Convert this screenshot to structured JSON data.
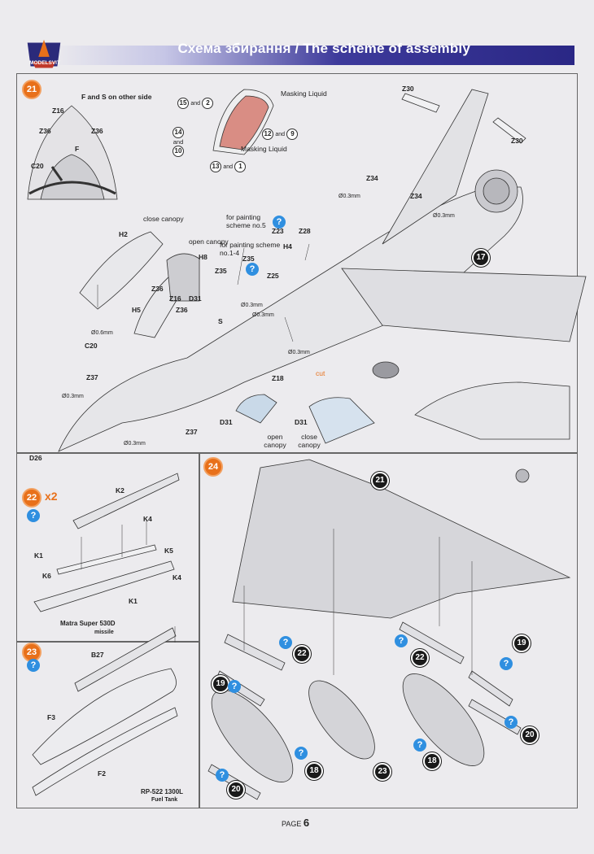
{
  "header": {
    "title": "Схема збирання / The scheme of assembly",
    "brand": "MODELSVIT"
  },
  "steps": {
    "s21": "21",
    "s22": "22",
    "s22x": "x2",
    "s23": "23",
    "s24": "24"
  },
  "refs": {
    "r17": "17",
    "r18": "18",
    "r19": "19",
    "r20": "20",
    "r21": "21",
    "r22": "22",
    "r23": "23"
  },
  "qmark": "?",
  "labels": {
    "f_s_note": "F and S on other side",
    "z16": "Z16",
    "z36": "Z36",
    "f": "F",
    "c20": "C20",
    "masking": "Masking Liquid",
    "n15": "15",
    "n2": "2",
    "n12": "12",
    "n9": "9",
    "n14": "14",
    "n10": "10",
    "n13": "13",
    "n1": "1",
    "and": "and",
    "z30": "Z30",
    "z34": "Z34",
    "d03": "Ø0.3mm",
    "d06": "Ø0.6mm",
    "h2": "H2",
    "h4": "H4",
    "h5": "H5",
    "h8": "H8",
    "z23": "Z23",
    "z28": "Z28",
    "z35": "Z35",
    "z25": "Z25",
    "d31": "D31",
    "z37": "Z37",
    "z18": "Z18",
    "d26": "D26",
    "s": "S",
    "close_canopy": "close canopy",
    "open_canopy": "open canopy",
    "paint5": "for painting scheme no.5",
    "paint14": "for painting scheme no.1-4",
    "cut": "cut",
    "k1": "K1",
    "k2": "K2",
    "k4": "K4",
    "k5": "K5",
    "k6": "K6",
    "matra": "Matra Super 530D",
    "missile": "missile",
    "b27": "B27",
    "f2": "F2",
    "f3": "F3",
    "tank": "RP-522 1300L",
    "fueltank": "Fuel Tank"
  },
  "page": {
    "label": "PAGE",
    "number": "6"
  },
  "colors": {
    "accent": "#2a2785",
    "step": "#e8701a",
    "help": "#2f8fe0",
    "mask": "#d98d84"
  }
}
